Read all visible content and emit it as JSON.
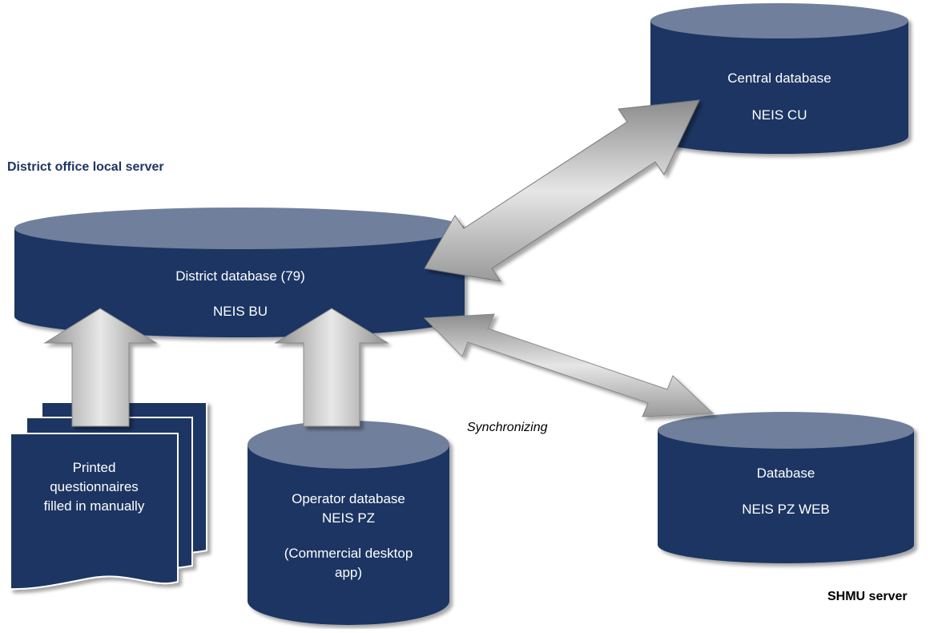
{
  "colors": {
    "cylinder_body": "#1f3563",
    "cylinder_top": "#6f7f9b",
    "arrow_fill": "#a9a9a9",
    "heading_blue": "#1f3563",
    "text_dark": "#000000"
  },
  "labels": {
    "district_server": "District office local server",
    "synchronizing": "Synchronizing",
    "shmu_server": "SHMU server"
  },
  "nodes": {
    "central": {
      "line1": "Central database",
      "line2": "NEIS CU"
    },
    "district": {
      "line1": "District database (79)",
      "line2": "NEIS BU"
    },
    "web": {
      "line1": "Database",
      "line2": "NEIS PZ WEB"
    },
    "operator": {
      "line1": "Operator database",
      "line2": "NEIS PZ",
      "line3": "(Commercial desktop",
      "line4": "app)"
    },
    "printed": {
      "line1": "Printed",
      "line2": "questionnaires",
      "line3": "filled in manually"
    }
  }
}
